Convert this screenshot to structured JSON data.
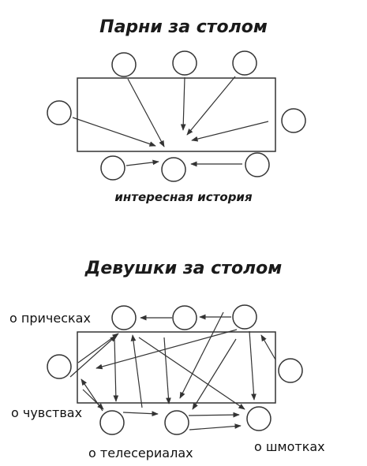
{
  "diagram_top": {
    "title": "Парни за столом",
    "caption": "интересная история"
  },
  "diagram_bottom": {
    "title": "Девушки за столом",
    "topics": {
      "hairstyles": "о прическах",
      "feelings": "о чувствах",
      "tv_series": "о телесериалах",
      "clothes": "о шмотках"
    }
  },
  "colors": {
    "ink": "#333333",
    "background": "#ffffff"
  }
}
